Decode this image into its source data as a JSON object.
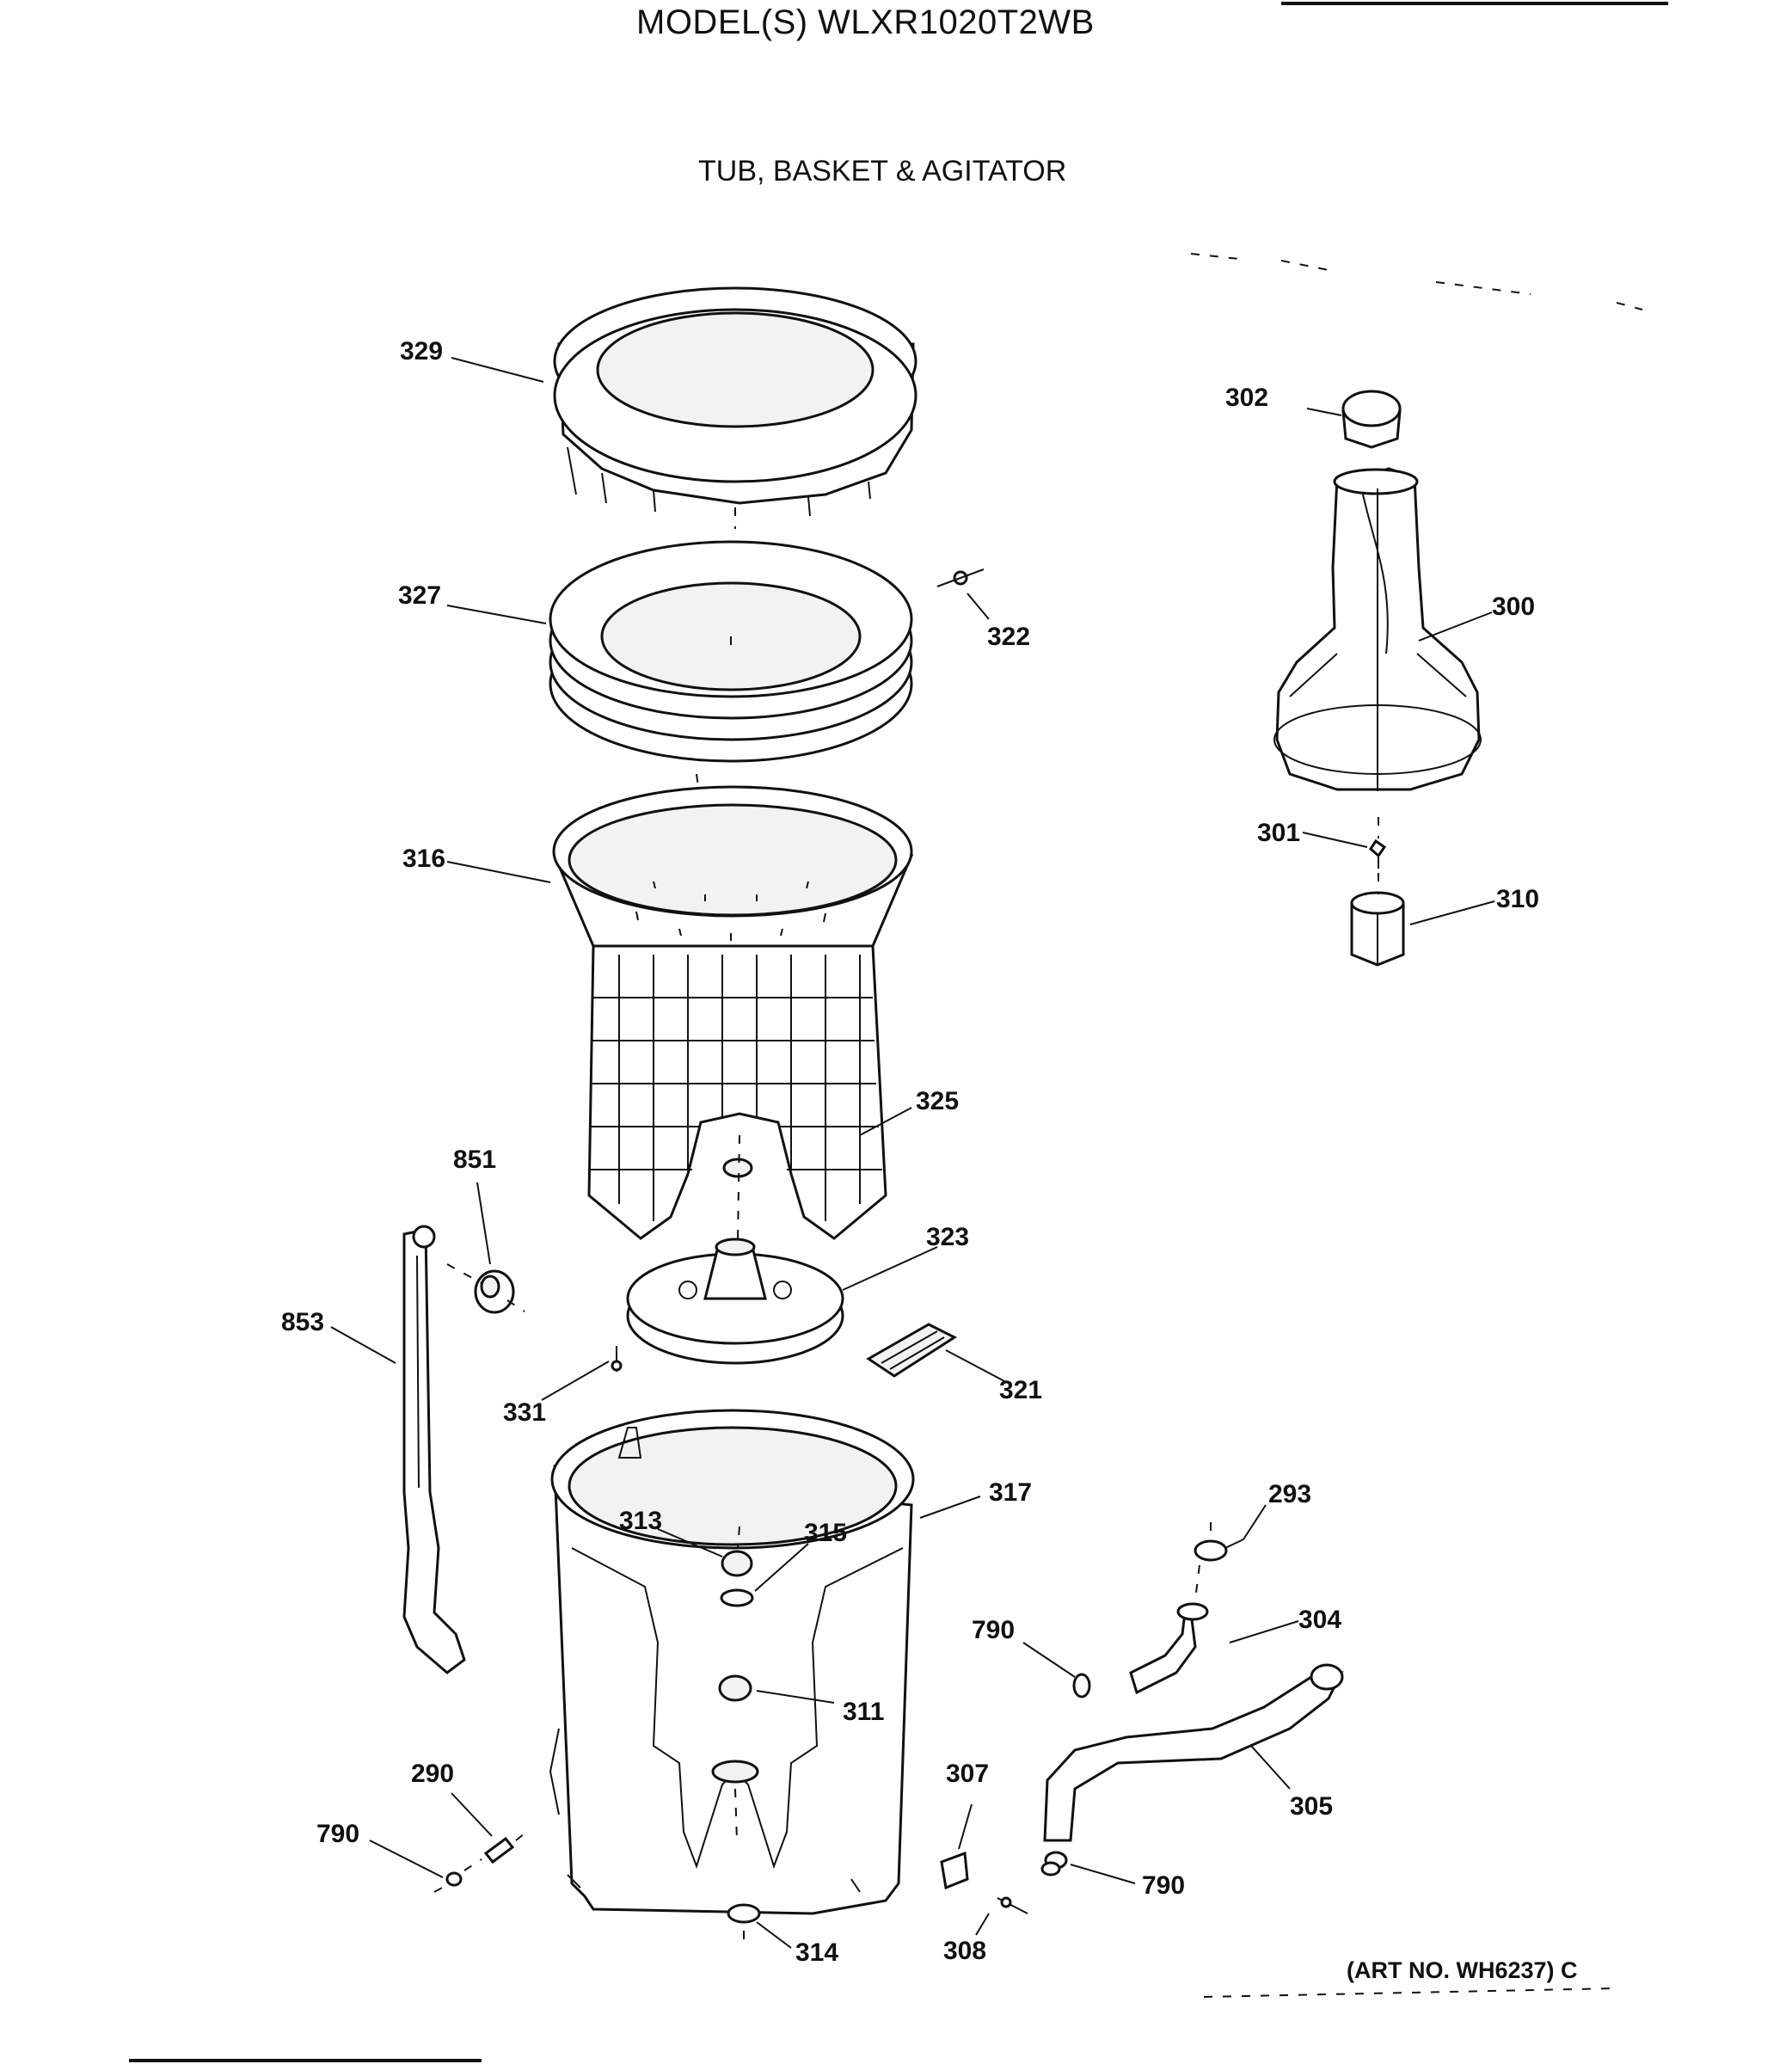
{
  "header": {
    "model_title": "MODEL(S) WLXR1020T2WB",
    "section_title": "TUB, BASKET & AGITATOR"
  },
  "footer": {
    "art_number": "(ART NO. WH6237) C"
  },
  "parts": {
    "p329": "329",
    "p327": "327",
    "p322": "322",
    "p316": "316",
    "p325": "325",
    "p851": "851",
    "p853": "853",
    "p323": "323",
    "p331": "331",
    "p321": "321",
    "p317": "317",
    "p313": "313",
    "p315": "315",
    "p311": "311",
    "p293": "293",
    "p304": "304",
    "p790a": "790",
    "p305": "305",
    "p307": "307",
    "p290": "290",
    "p790b": "790",
    "p790c": "790",
    "p308": "308",
    "p314": "314",
    "p302": "302",
    "p300": "300",
    "p301": "301",
    "p310": "310"
  }
}
